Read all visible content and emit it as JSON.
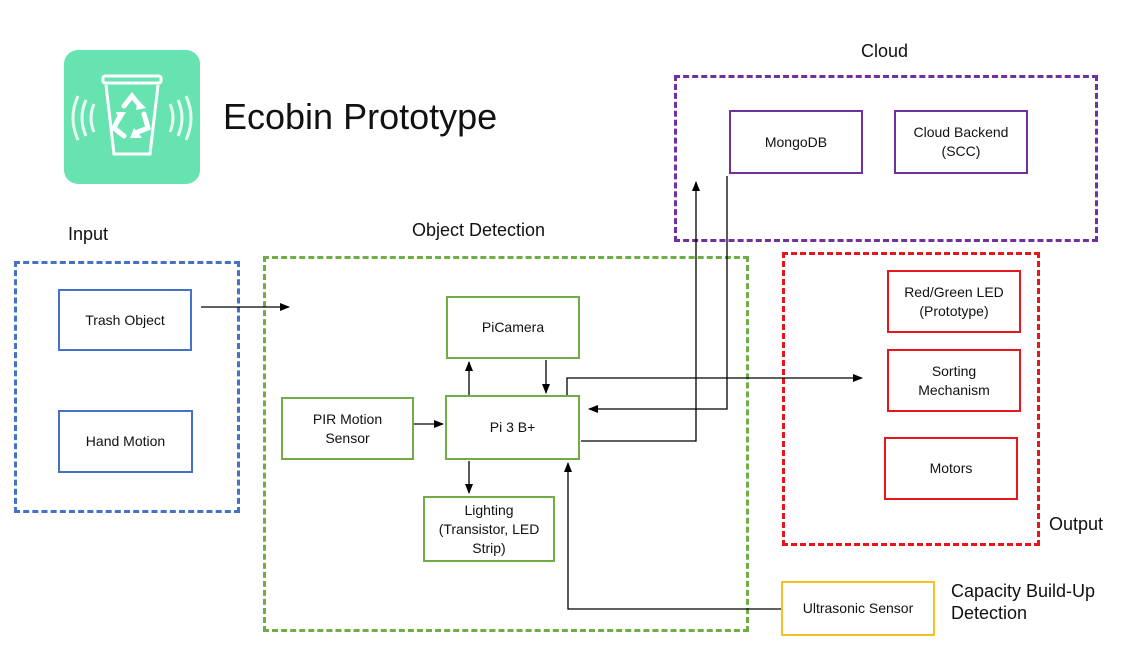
{
  "title": "Ecobin Prototype",
  "logo": {
    "icon": "recycle-bin-icon",
    "color": "#66e3b0"
  },
  "groups": {
    "input": {
      "label": "Input",
      "color": "#4472c4"
    },
    "object_detection": {
      "label": "Object Detection",
      "color": "#70ad47"
    },
    "cloud": {
      "label": "Cloud",
      "color": "#7030a0"
    },
    "output": {
      "label": "Output",
      "color": "#e8161c"
    },
    "capacity": {
      "label": "Capacity Build-Up\nDetection",
      "color": "#f5c021"
    }
  },
  "boxes": {
    "trash_object": "Trash Object",
    "hand_motion": "Hand Motion",
    "picamera": "PiCamera",
    "pir_motion_sensor": "PIR Motion\nSensor",
    "pi3": "Pi 3 B+",
    "lighting": "Lighting\n(Transistor, LED\nStrip)",
    "mongodb": "MongoDB",
    "cloud_backend": "Cloud Backend\n(SCC)",
    "red_green_led": "Red/Green LED\n(Prototype)",
    "sorting_mechanism": "Sorting\nMechanism",
    "motors": "Motors",
    "ultrasonic_sensor": "Ultrasonic Sensor"
  }
}
